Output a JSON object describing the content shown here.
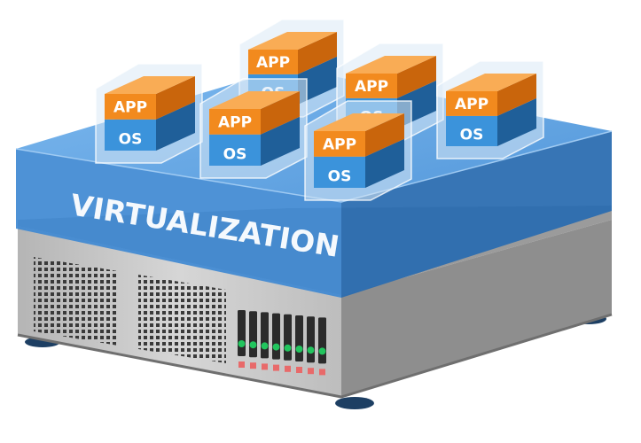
{
  "layer_label": "VIRTUALIZATION",
  "vm": {
    "app_label": "APP",
    "os_label": "OS"
  },
  "vm_count": 6,
  "drive_bay_count": 8,
  "colors": {
    "app_front": "#f28a1e",
    "app_side": "#c9650c",
    "app_top": "#f9ac55",
    "os_front": "#3b93db",
    "os_side": "#1f5f99",
    "layer_top": "#5aa3e6",
    "layer_front": "#3f89d3",
    "layer_side": "#2a6cb0",
    "server_front": "#c4c4c4",
    "server_side": "#8e8e8e",
    "led_green": "#22c55e",
    "led_red": "#e86a6a",
    "feet": "#1d3f63",
    "text": "#ffffff"
  }
}
